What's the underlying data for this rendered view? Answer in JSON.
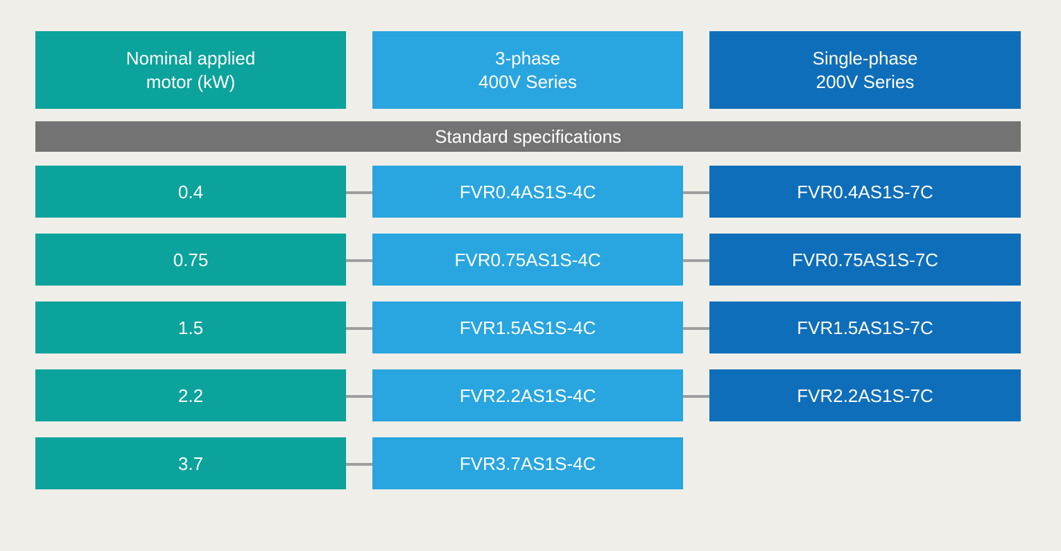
{
  "colors": {
    "background": "#efeee8",
    "motor": "#0ba39b",
    "three_phase_400v": "#29a5e0",
    "single_phase_200v": "#0f6eba",
    "banner": "#737373",
    "connector": "#9e9e9e"
  },
  "headers": {
    "motor": "Nominal applied\nmotor (kW)",
    "three_phase_400v": "3-phase\n400V Series",
    "single_phase_200v": "Single-phase\n200V Series"
  },
  "banner": "Standard specifications",
  "rows": [
    {
      "motor": "0.4",
      "three_phase_400v": "FVR0.4AS1S-4C",
      "single_phase_200v": "FVR0.4AS1S-7C"
    },
    {
      "motor": "0.75",
      "three_phase_400v": "FVR0.75AS1S-4C",
      "single_phase_200v": "FVR0.75AS1S-7C"
    },
    {
      "motor": "1.5",
      "three_phase_400v": "FVR1.5AS1S-4C",
      "single_phase_200v": "FVR1.5AS1S-7C"
    },
    {
      "motor": "2.2",
      "three_phase_400v": "FVR2.2AS1S-4C",
      "single_phase_200v": "FVR2.2AS1S-7C"
    },
    {
      "motor": "3.7",
      "three_phase_400v": "FVR3.7AS1S-4C",
      "single_phase_200v": null
    }
  ]
}
